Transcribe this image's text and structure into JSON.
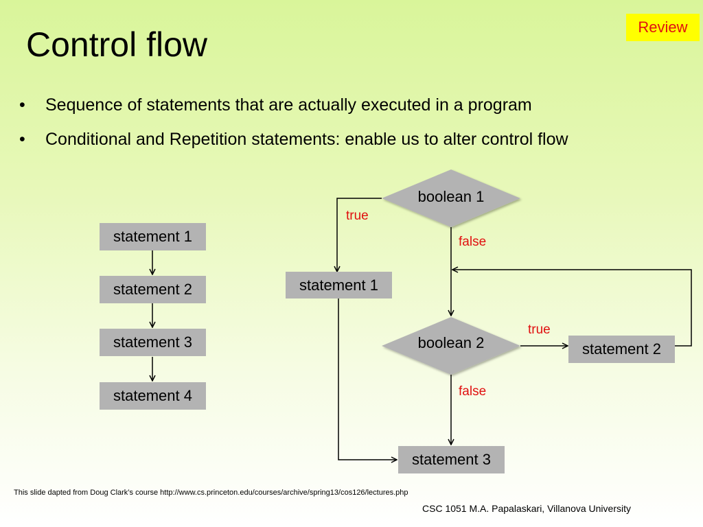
{
  "badge": "Review",
  "title": "Control flow",
  "bullets": [
    "Sequence of statements that are actually executed in a program",
    "Conditional and Repetition statements: enable us to alter control flow"
  ],
  "sequence": [
    "statement 1",
    "statement 2",
    "statement 3",
    "statement 4"
  ],
  "branch": {
    "cond1": "boolean 1",
    "cond2": "boolean 2",
    "stmt1": "statement 1",
    "stmt2": "statement 2",
    "stmt3": "statement 3",
    "true1": "true",
    "false1": "false",
    "true2": "true",
    "false2": "false"
  },
  "credit": "This slide dapted from Doug Clark’s course http://www.cs.princeton.edu/courses/archive/spring13/cos126/lectures.php",
  "footer": "CSC 1051 M.A. Papalaskari, Villanova University",
  "colors": {
    "box": "#b3b3b3",
    "label": "#e01010",
    "badge_bg": "#ffff00"
  }
}
